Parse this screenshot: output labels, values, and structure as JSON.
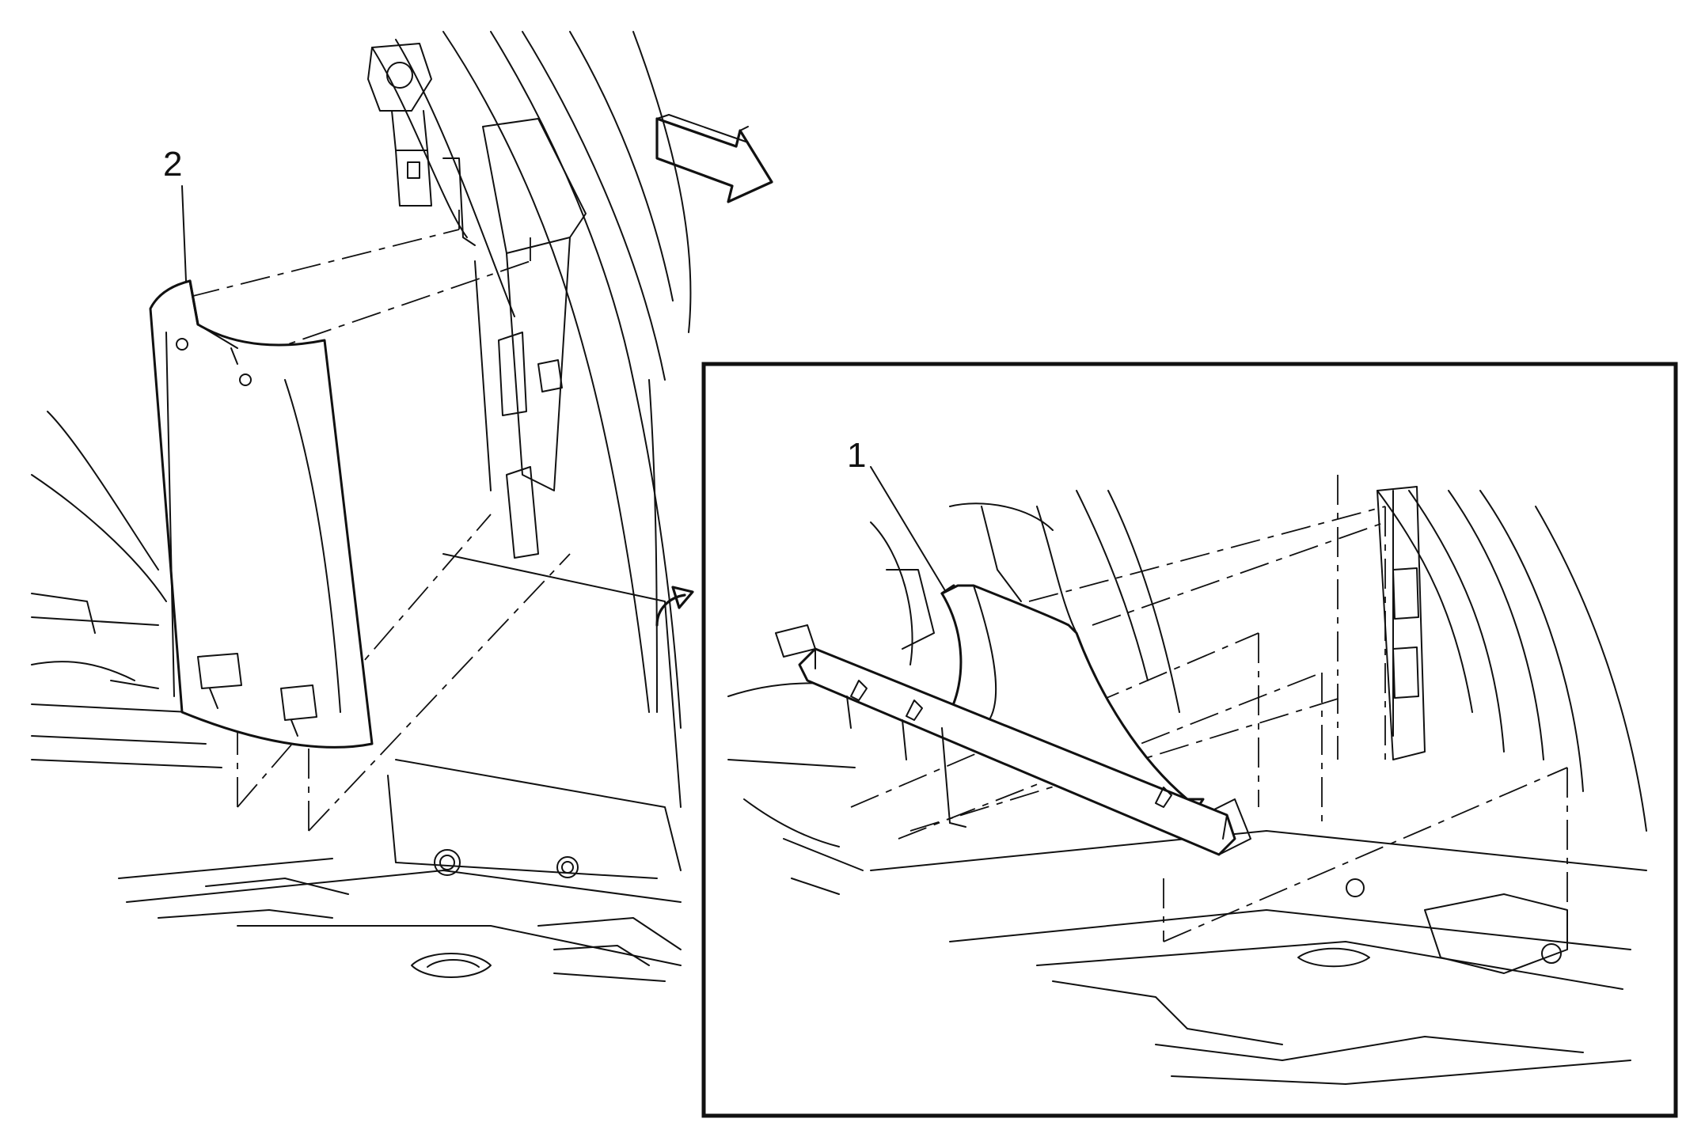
{
  "diagram": {
    "callouts": [
      {
        "id": "callout-2",
        "label": "2"
      },
      {
        "id": "callout-1",
        "label": "1"
      }
    ],
    "icons": {
      "direction_arrow": "front-direction-arrow-icon",
      "detail_arrow": "detail-view-arrow-icon"
    }
  }
}
